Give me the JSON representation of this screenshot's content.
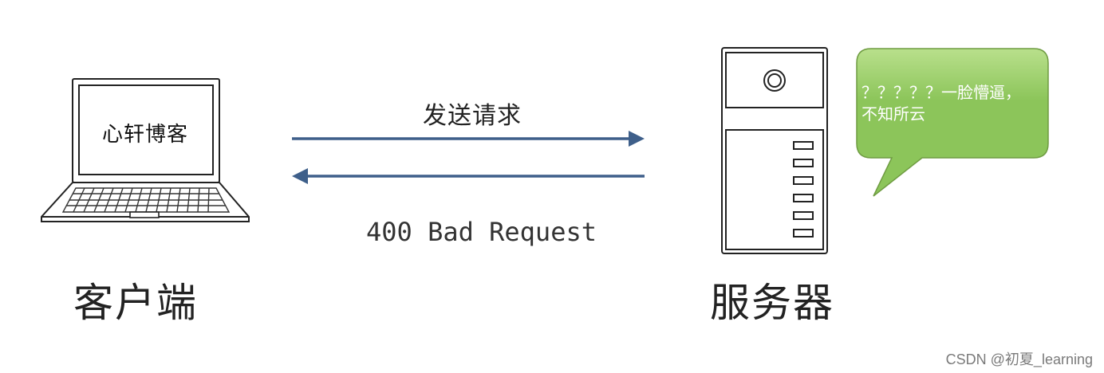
{
  "client": {
    "screen_text": "心轩博客",
    "label": "客户端"
  },
  "server": {
    "label": "服务器"
  },
  "request": {
    "label": "发送请求"
  },
  "response": {
    "label": "400 Bad Request"
  },
  "bubble": {
    "line1": "？？？？？一脸懵逼，",
    "line2": "不知所云",
    "color": "#92c760"
  },
  "arrow_color": "#3e5f8a",
  "watermark": "CSDN @初夏_learning"
}
